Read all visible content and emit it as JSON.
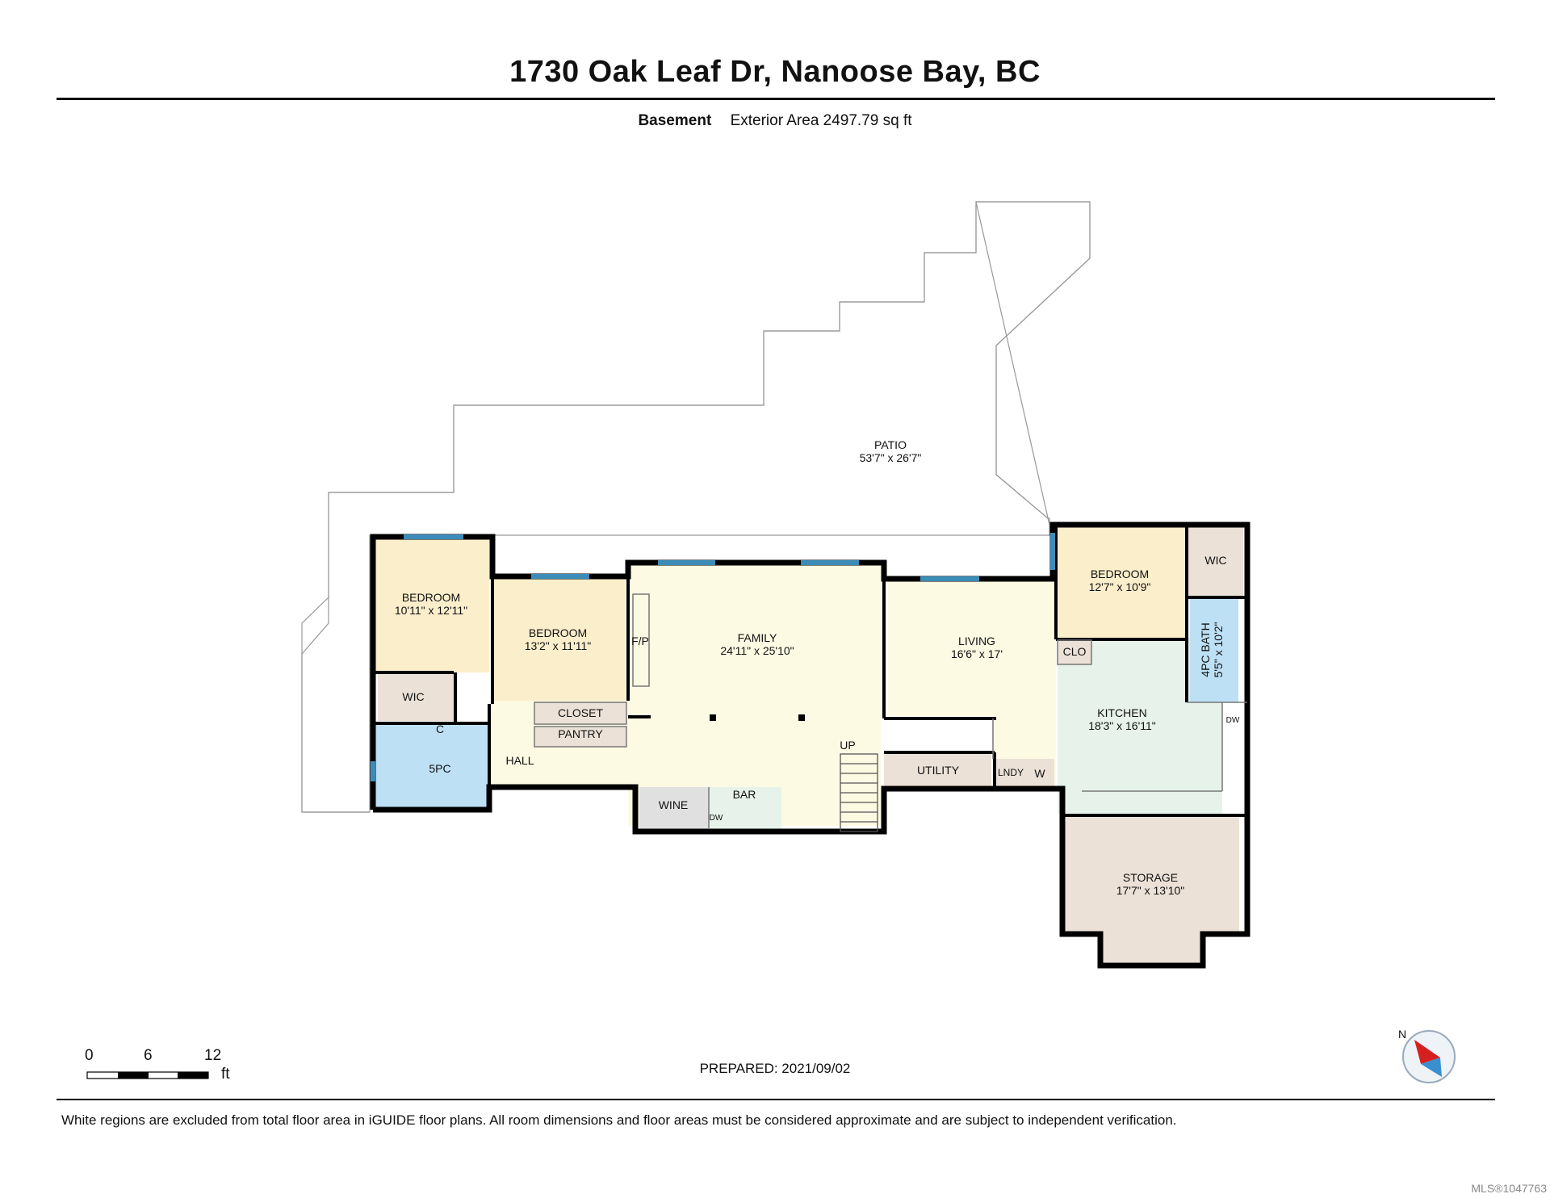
{
  "header": {
    "title": "1730 Oak Leaf Dr, Nanoose Bay, BC",
    "floor_label": "Basement",
    "area_label": "Exterior Area 2497.79 sq ft"
  },
  "rooms": {
    "patio": {
      "name": "PATIO",
      "dims": "53'7\" x 26'7\""
    },
    "bedroom1": {
      "name": "BEDROOM",
      "dims": "10'11\" x 12'11\""
    },
    "bedroom2": {
      "name": "BEDROOM",
      "dims": "13'2\" x 11'11\""
    },
    "family": {
      "name": "FAMILY",
      "dims": "24'11\" x 25'10\""
    },
    "living": {
      "name": "LIVING",
      "dims": "16'6\" x 17'"
    },
    "bedroom3": {
      "name": "BEDROOM",
      "dims": "12'7\" x 10'9\""
    },
    "kitchen": {
      "name": "KITCHEN",
      "dims": "18'3\" x 16'11\""
    },
    "storage": {
      "name": "STORAGE",
      "dims": "17'7\" x 13'10\""
    },
    "bath4": {
      "name": "4PC BATH",
      "dims": "5'5\" x 10'2\""
    },
    "wic1": "WIC",
    "wic2": "WIC",
    "closet": "CLOSET",
    "pantry": "PANTRY",
    "hall": "HALL",
    "bath5": "5PC",
    "c": "C",
    "fp": "F/P",
    "wine": "WINE",
    "bar": "BAR",
    "up": "UP",
    "utility": "UTILITY",
    "lndy": "LNDY",
    "w": "W",
    "clo": "CLO",
    "dw1": "DW",
    "dw2": "DW"
  },
  "scale": {
    "t0": "0",
    "t1": "6",
    "t2": "12",
    "unit": "ft"
  },
  "compass": {
    "label": "N"
  },
  "prepared": "PREPARED: 2021/09/02",
  "footer_note": "White regions are excluded from total floor area in iGUIDE floor plans. All room dimensions and floor areas must be considered approximate and are subject to independent verification.",
  "mls": "MLS®1047763",
  "colors": {
    "bedroom": "#fbeecb",
    "family": "#fdfae3",
    "kitchen": "#e6f2ea",
    "bath": "#bde0f5",
    "utility": "#ebe1d6",
    "window": "#3b8cb8",
    "wall": "#000000"
  }
}
